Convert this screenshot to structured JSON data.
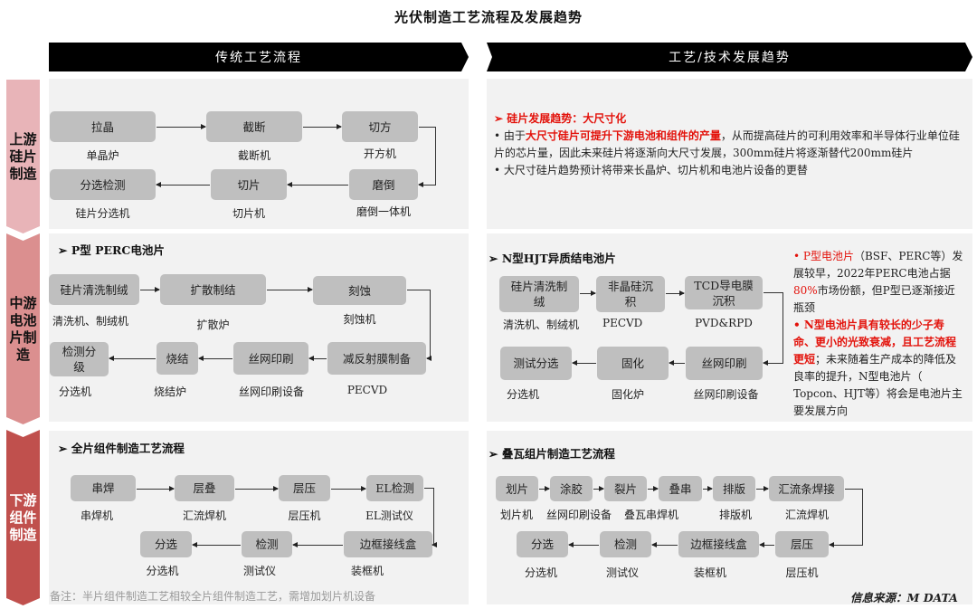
{
  "title": "光伏制造工艺流程及发展趋势",
  "headers": {
    "left": "传统工艺流程",
    "right": "工艺/技术发展趋势"
  },
  "bands": [
    {
      "label": "上游硅片制造",
      "lines": [
        "上游",
        "硅片",
        "制造"
      ],
      "color": "#e8b4b8"
    },
    {
      "label": "中游电池片制造",
      "lines": [
        "中游",
        "电池",
        "片制",
        "造"
      ],
      "color": "#db8f8f"
    },
    {
      "label": "下游组件制造",
      "lines": [
        "下游",
        "组件",
        "制造"
      ],
      "color": "#c0504d"
    }
  ],
  "upstream": {
    "steps": [
      {
        "step": "拉晶",
        "equipment": "单晶炉"
      },
      {
        "step": "截断",
        "equipment": "截断机"
      },
      {
        "step": "切方",
        "equipment": "开方机"
      },
      {
        "step": "磨倒",
        "equipment": "磨倒一体机"
      },
      {
        "step": "切片",
        "equipment": "切片机"
      },
      {
        "step": "分选检测",
        "equipment": "硅片分选机"
      }
    ],
    "trend": {
      "heading": "➢ 硅片发展趋势：大尺寸化",
      "bullet1_prefix": "• 由于",
      "bullet1_red": "大尺寸硅片可提升下游电池和组件的产量",
      "bullet1_rest": "，从而提高硅片的可利用效率和半导体行业单位硅片的芯片量，因此未来硅片将逐渐向大尺寸发展，300mm硅片将逐渐替代200mm硅片",
      "bullet2": "• 大尺寸硅片趋势预计将带来长晶炉、切片机和电池片设备的更替"
    }
  },
  "midstream": {
    "left_title": "➢ P型 PERC电池片",
    "left_steps": [
      {
        "step": "硅片清洗制绒",
        "equipment": "清洗机、制绒机"
      },
      {
        "step": "扩散制结",
        "equipment": "扩散炉"
      },
      {
        "step": "刻蚀",
        "equipment": "刻蚀机"
      },
      {
        "step": "减反射膜制备",
        "equipment": "PECVD"
      },
      {
        "step": "丝网印刷",
        "equipment": "丝网印刷设备"
      },
      {
        "step": "烧结",
        "equipment": "烧结炉"
      },
      {
        "step": "检测分级",
        "equipment": "分选机"
      }
    ],
    "right_title": "➢ N型HJT异质结电池片",
    "right_steps": [
      {
        "step": "硅片清洗制绒",
        "equipment": "清洗机、制绒机"
      },
      {
        "step": "非晶硅沉积",
        "equipment": "PECVD"
      },
      {
        "step": "TCD导电膜沉积",
        "equipment": "PVD&RPD"
      },
      {
        "step": "丝网印刷",
        "equipment": "丝网印刷设备"
      },
      {
        "step": "固化",
        "equipment": "固化炉"
      },
      {
        "step": "测试分选",
        "equipment": "分选机"
      }
    ],
    "notes": {
      "p_red": "• P型电池片",
      "p_rest1": "（BSF、PERC等）发展较早，2022年PERC电池占据",
      "p_pct": "80%",
      "p_rest2": "市场份额，但P型已逐渐接近瓶颈",
      "n_red": "• N型电池片具有较长的少子寿命、更小的光致衰减，且工艺流程更短",
      "n_rest": "；未来随着生产成本的降低及良率的提升，N型电池片（ Topcon、HJT等）将会是电池片主要发展方向"
    }
  },
  "downstream": {
    "left_title": "➢ 全片组件制造工艺流程",
    "left_steps": [
      {
        "step": "串焊",
        "equipment": "串焊机"
      },
      {
        "step": "层叠",
        "equipment": "汇流焊机"
      },
      {
        "step": "层压",
        "equipment": "层压机"
      },
      {
        "step": "EL检测",
        "equipment": "EL测试仪"
      },
      {
        "step": "边框接线盒",
        "equipment": "装框机"
      },
      {
        "step": "检测",
        "equipment": "测试仪"
      },
      {
        "step": "分选",
        "equipment": "分选机"
      }
    ],
    "note": "备注：半片组件制造工艺相较全片组件制造工艺，需增加划片机设备",
    "right_title": "➢ 叠瓦组片制造工艺流程",
    "right_steps": [
      {
        "step": "划片",
        "equipment": "划片机"
      },
      {
        "step": "涂胶",
        "equipment": "丝网印刷设备"
      },
      {
        "step": "裂片",
        "equipment": "叠瓦串焊机"
      },
      {
        "step": "叠串",
        "equipment": ""
      },
      {
        "step": "排版",
        "equipment": "排版机"
      },
      {
        "step": "汇流条焊接",
        "equipment": "汇流焊机"
      },
      {
        "step": "层压",
        "equipment": "层压机"
      },
      {
        "step": "边框接线盒",
        "equipment": "装框机"
      },
      {
        "step": "检测",
        "equipment": "测试仪"
      },
      {
        "step": "分选",
        "equipment": "分选机"
      }
    ],
    "source": "信息来源：M DATA"
  },
  "colors": {
    "box": "#bfbfbf",
    "panel": "#f2f2f2",
    "highlight_red": "#e3120b",
    "header": "#000000"
  }
}
